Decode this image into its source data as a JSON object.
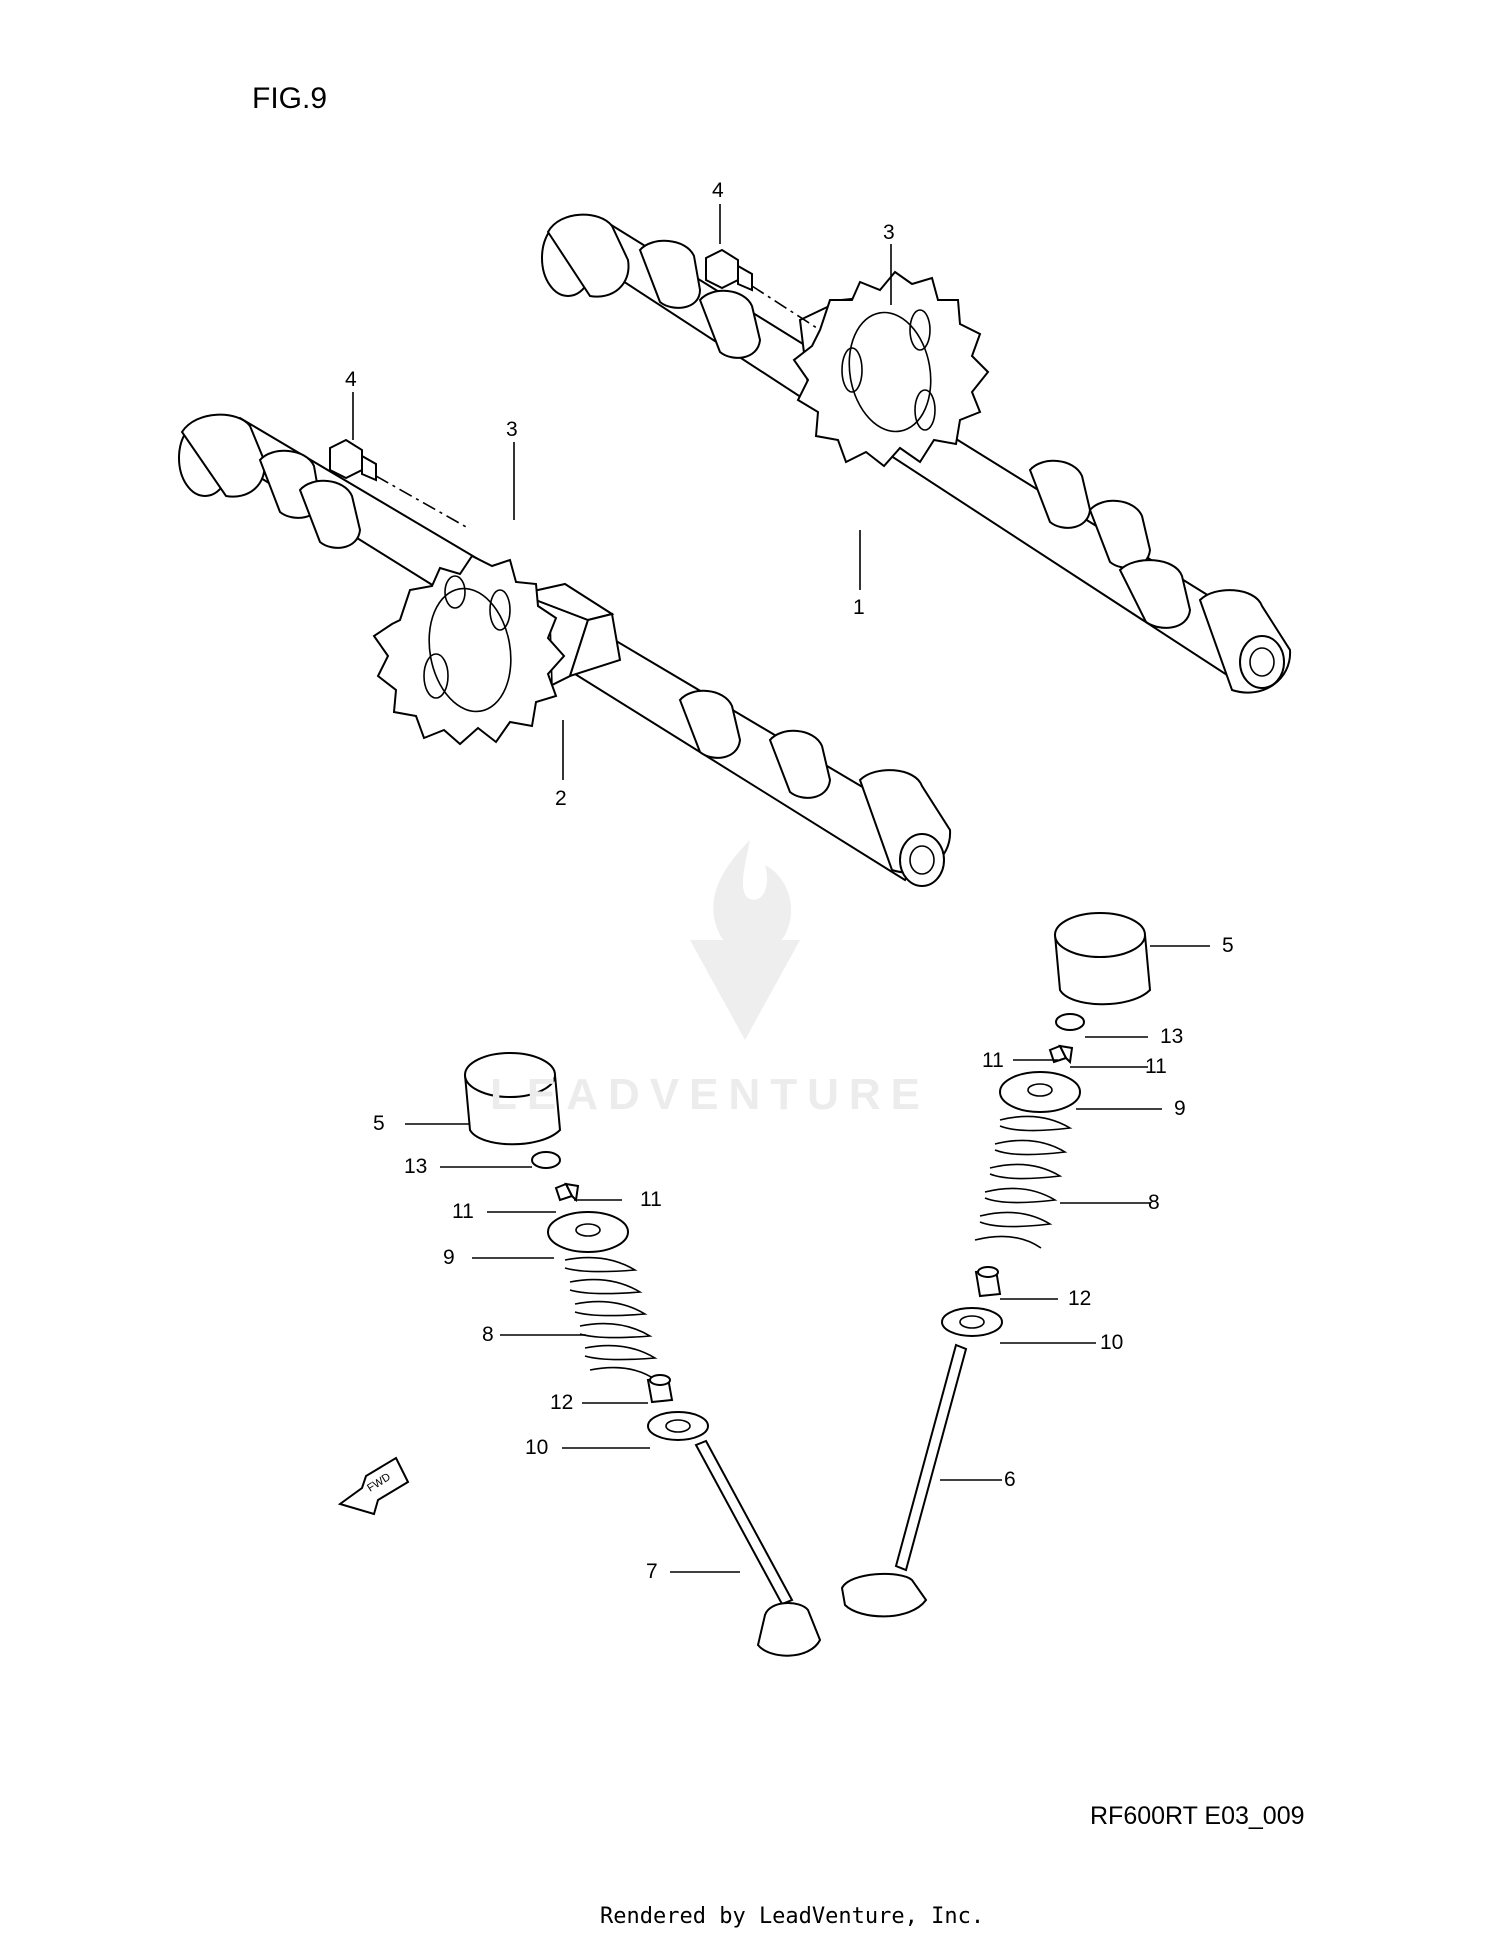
{
  "figure": {
    "title": "FIG.9",
    "code": "RF600RT E03_009",
    "credit": "Rendered by LeadVenture, Inc.",
    "watermark": "LEADVENTURE",
    "fwd_label": "FWD"
  },
  "callouts": {
    "c1": "1",
    "c2": "2",
    "c3a": "3",
    "c3b": "3",
    "c4a": "4",
    "c4b": "4",
    "c5a": "5",
    "c5b": "5",
    "c6": "6",
    "c7": "7",
    "c8a": "8",
    "c8b": "8",
    "c9a": "9",
    "c9b": "9",
    "c10a": "10",
    "c10b": "10",
    "c11a": "11",
    "c11b": "11",
    "c11c": "11",
    "c11d": "11",
    "c12a": "12",
    "c12b": "12",
    "c13a": "13",
    "c13b": "13"
  },
  "colors": {
    "ink": "#000000",
    "watermark": "#ececec",
    "background": "#ffffff"
  }
}
